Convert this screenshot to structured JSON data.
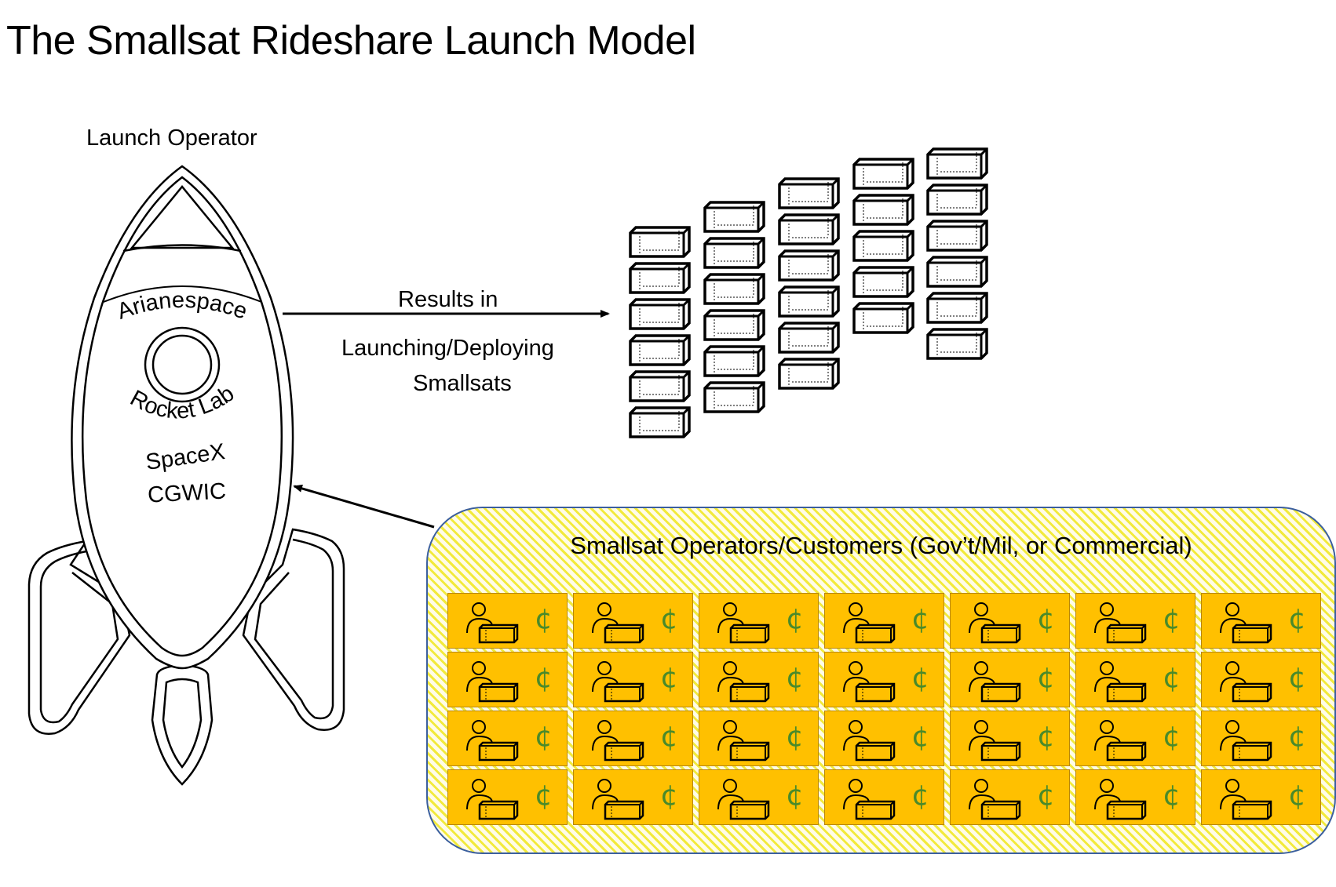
{
  "title": "The Smallsat Rideshare Launch Model",
  "launch_operator": {
    "label": "Launch Operator",
    "operators": [
      "Arianespace",
      "Rocket Lab",
      "SpaceX",
      "CGWIC"
    ]
  },
  "arrow_top": {
    "label_line1": "Results in",
    "label_line2": "Launching/Deploying",
    "label_line3": "Smallsats"
  },
  "satellite_columns": [
    6,
    6,
    6,
    5,
    6
  ],
  "customers": {
    "title": "Smallsat Operators/Customers (Gov’t/Mil, or Commercial)",
    "rows": 4,
    "columns": 7,
    "currency_symbol": "¢"
  },
  "colors": {
    "cell_fill": "#ffc000",
    "hatch": "#f2ea3c",
    "box_border": "#3b5f9e",
    "currency": "#4a8a2a"
  }
}
